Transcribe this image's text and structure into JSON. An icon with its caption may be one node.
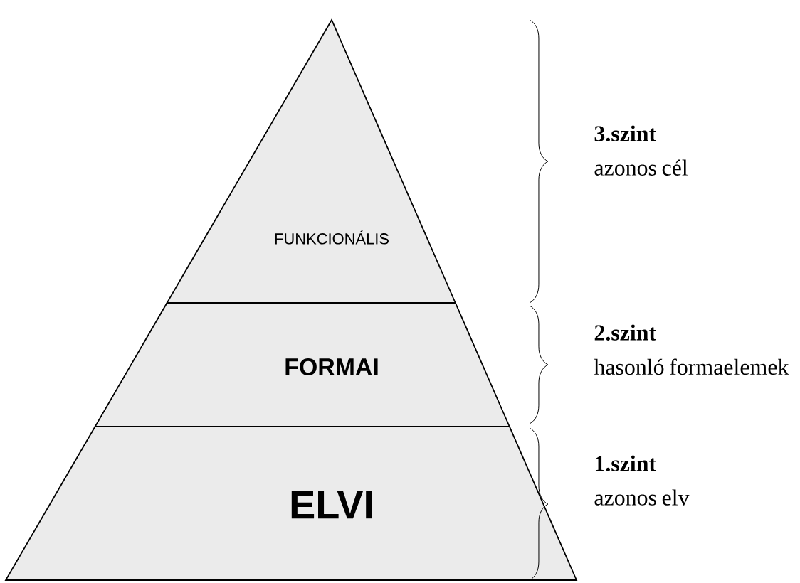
{
  "diagram": {
    "nodes": [
      {
        "text": [
          "FUNKCIONÁLIS"
        ],
        "beside": [
          "3.szint",
          "azonos cél"
        ]
      },
      {
        "text": [
          "FORMAI"
        ],
        "beside": [
          "2.szint",
          "hasonló formaelemek"
        ]
      },
      {
        "text": [
          "ELVI"
        ],
        "beside": [
          "1.szint",
          "azonos elv"
        ]
      }
    ]
  }
}
